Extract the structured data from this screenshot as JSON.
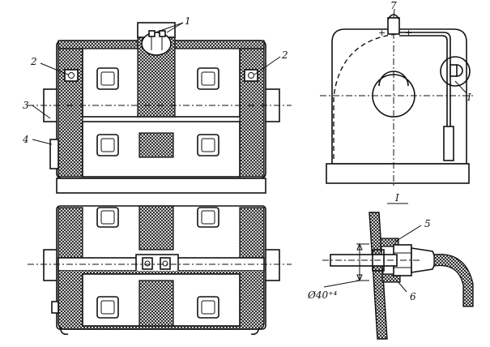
{
  "labels": {
    "l1": "1",
    "l2a": "2",
    "l2b": "2",
    "l3": "3",
    "l4": "4",
    "l5": "5",
    "l6": "6",
    "l7": "7",
    "detail_mark": "I",
    "detail_title": "I",
    "diameter": "Ø40⁺⁴"
  }
}
